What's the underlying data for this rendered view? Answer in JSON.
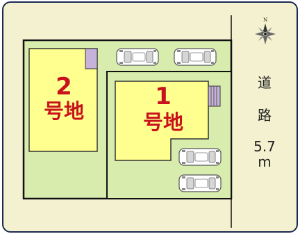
{
  "compass": {
    "north_label": "N",
    "icon": "compass-rose-icon"
  },
  "road": {
    "char1": "道",
    "char2": "路",
    "width_value": "5.7",
    "width_unit": "m"
  },
  "lots": [
    {
      "number": "2",
      "label": "号地"
    },
    {
      "number": "1",
      "label": "号地"
    }
  ],
  "colors": {
    "outer_background": "#f3f1cf",
    "frame_border": "#1b2a52",
    "lot_fill": "#ffff8f",
    "yard_fill": "#d7ecad",
    "lot_text": "#c8121c",
    "boundary": "#111111",
    "structure": "#c7b3d9"
  },
  "cars": [
    {
      "icon": "car-icon",
      "orientation": "horizontal"
    },
    {
      "icon": "car-icon",
      "orientation": "horizontal"
    },
    {
      "icon": "car-icon",
      "orientation": "horizontal"
    },
    {
      "icon": "car-icon",
      "orientation": "horizontal"
    }
  ]
}
